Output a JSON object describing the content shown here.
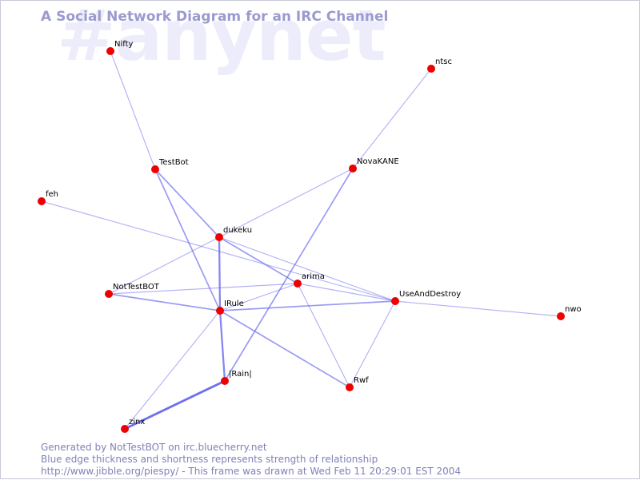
{
  "watermark": "#anynet",
  "title": "A Social Network Diagram for an IRC Channel",
  "footer": {
    "line1": "Generated by NotTestBOT on irc.bluecherry.net",
    "line2": "Blue edge thickness and shortness represents strength of relationship",
    "line3": "http://www.jibble.org/piespy/ - This frame was drawn at Wed Feb 11 20:29:01 EST 2004"
  },
  "colors": {
    "node": "#ee0000",
    "edge": "#6666ee",
    "title": "#9a9ad0",
    "footer": "#8080b8",
    "watermark": "#ececfb"
  },
  "nodes": [
    {
      "id": "Nifty",
      "label": "Nifty"
    },
    {
      "id": "ntsc",
      "label": "ntsc"
    },
    {
      "id": "TestBot",
      "label": "TestBot"
    },
    {
      "id": "NovaKANE",
      "label": "NovaKANE"
    },
    {
      "id": "feh",
      "label": "feh"
    },
    {
      "id": "dukeku",
      "label": "dukeku"
    },
    {
      "id": "arima",
      "label": "arima"
    },
    {
      "id": "NotTestBOT",
      "label": "NotTestBOT"
    },
    {
      "id": "UseAndDestroy",
      "label": "UseAndDestroy"
    },
    {
      "id": "IRule",
      "label": "IRule"
    },
    {
      "id": "nwo",
      "label": "nwo"
    },
    {
      "id": "Rain",
      "label": "|Rain|"
    },
    {
      "id": "Rwf",
      "label": "Rwf"
    },
    {
      "id": "zinx",
      "label": "zinx"
    }
  ],
  "edges": [
    {
      "source": "Nifty",
      "target": "TestBot",
      "strength": 1
    },
    {
      "source": "ntsc",
      "target": "NovaKANE",
      "strength": 1
    },
    {
      "source": "TestBot",
      "target": "dukeku",
      "strength": 2
    },
    {
      "source": "TestBot",
      "target": "IRule",
      "strength": 2
    },
    {
      "source": "NovaKANE",
      "target": "dukeku",
      "strength": 1
    },
    {
      "source": "NovaKANE",
      "target": "Rain",
      "strength": 2
    },
    {
      "source": "feh",
      "target": "UseAndDestroy",
      "strength": 1
    },
    {
      "source": "dukeku",
      "target": "IRule",
      "strength": 3
    },
    {
      "source": "dukeku",
      "target": "arima",
      "strength": 2
    },
    {
      "source": "dukeku",
      "target": "UseAndDestroy",
      "strength": 1
    },
    {
      "source": "dukeku",
      "target": "NotTestBOT",
      "strength": 1
    },
    {
      "source": "arima",
      "target": "NotTestBOT",
      "strength": 1
    },
    {
      "source": "arima",
      "target": "UseAndDestroy",
      "strength": 1
    },
    {
      "source": "arima",
      "target": "IRule",
      "strength": 1
    },
    {
      "source": "arima",
      "target": "Rwf",
      "strength": 1
    },
    {
      "source": "NotTestBOT",
      "target": "IRule",
      "strength": 2
    },
    {
      "source": "IRule",
      "target": "UseAndDestroy",
      "strength": 2
    },
    {
      "source": "IRule",
      "target": "Rwf",
      "strength": 2
    },
    {
      "source": "IRule",
      "target": "Rain",
      "strength": 3
    },
    {
      "source": "IRule",
      "target": "zinx",
      "strength": 1
    },
    {
      "source": "UseAndDestroy",
      "target": "nwo",
      "strength": 1
    },
    {
      "source": "UseAndDestroy",
      "target": "Rwf",
      "strength": 1
    },
    {
      "source": "Rain",
      "target": "zinx",
      "strength": 4
    }
  ]
}
